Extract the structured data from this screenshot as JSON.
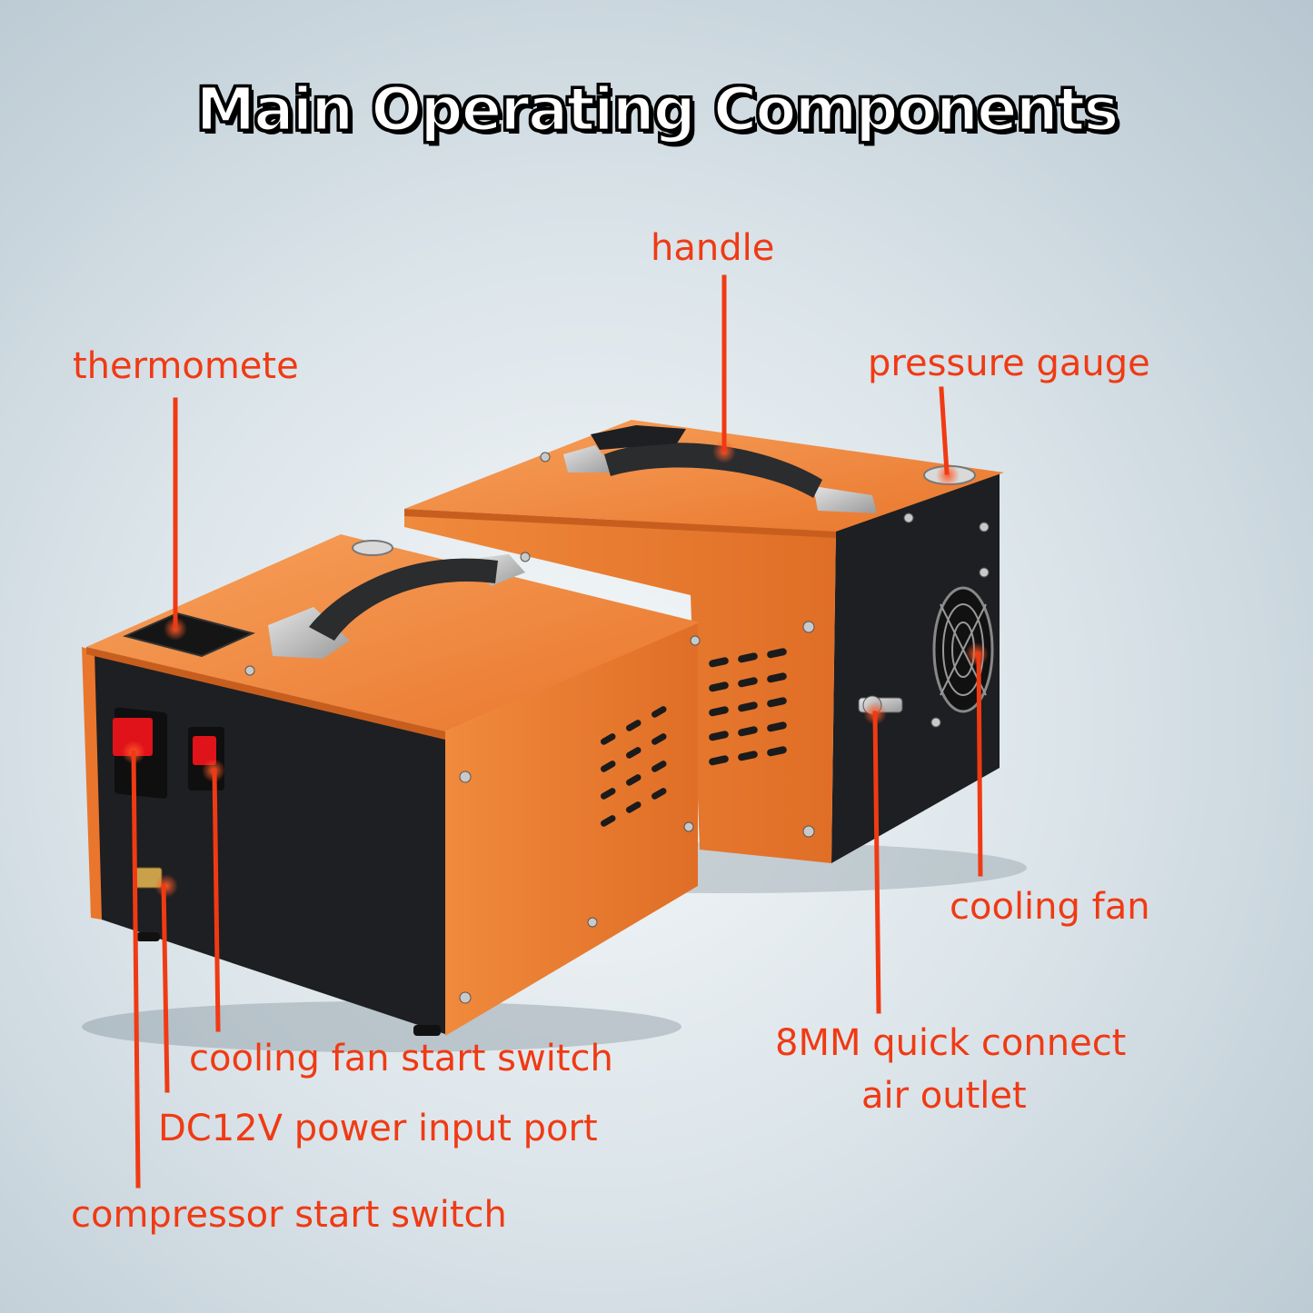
{
  "title": "Main Operating Components",
  "colors": {
    "label": "#f03a14",
    "housing": "#f2863a",
    "panel": "#1d1f22",
    "handle": "#2a2c2e",
    "switch": "#e0121a"
  },
  "labels": {
    "handle": "handle",
    "thermometer": "thermomete",
    "pressure_gauge": "pressure gauge",
    "cooling_fan": "cooling fan",
    "cooling_fan_switch": "cooling fan start switch",
    "dc_port": "DC12V power input port",
    "compressor_switch": "compressor start switch",
    "air_outlet_line1": "8MM quick connect",
    "air_outlet_line2": "air outlet"
  }
}
